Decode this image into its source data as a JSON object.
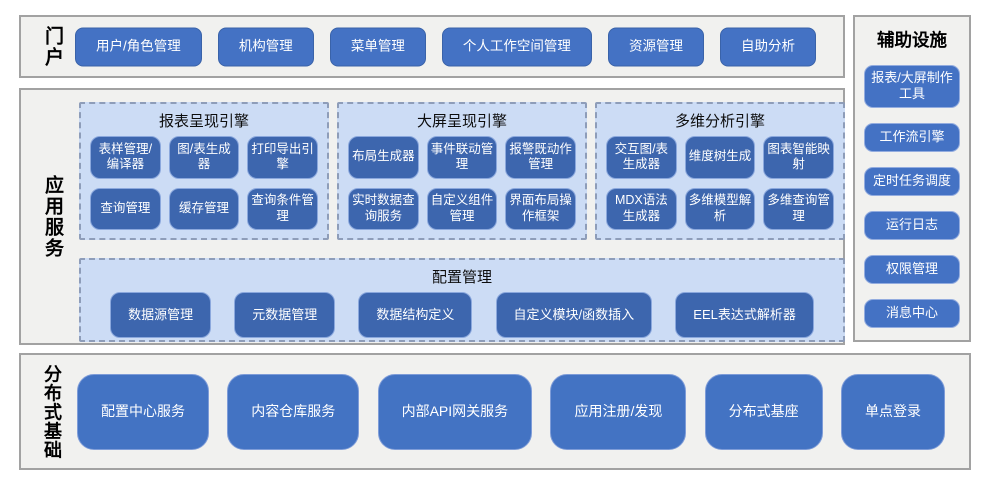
{
  "colors": {
    "button_blue": "#4472C4",
    "engine_button_blue": "#3D66AE",
    "container_light_blue": "#CCDCF5",
    "panel_gray": "#F1F1EF",
    "panel_border_gray": "#A2A2A2",
    "dashed_border": "#8E9DB9",
    "button_text": "#FFFFFF",
    "title_text": "#000000"
  },
  "portal": {
    "label": "门户",
    "items": [
      "用户/角色管理",
      "机构管理",
      "菜单管理",
      "个人工作空间管理",
      "资源管理",
      "自助分析"
    ]
  },
  "app_services": {
    "label": "应用服务",
    "engines": [
      {
        "title": "报表呈现引擎",
        "buttons": [
          "表样管理/编译器",
          "图/表生成器",
          "打印导出引擎",
          "查询管理",
          "缓存管理",
          "查询条件管理"
        ]
      },
      {
        "title": "大屏呈现引擎",
        "buttons": [
          "布局生成器",
          "事件联动管理",
          "报警既动作管理",
          "实时数据查询服务",
          "自定义组件管理",
          "界面布局操作框架"
        ]
      },
      {
        "title": "多维分析引擎",
        "buttons": [
          "交互图/表生成器",
          "维度树生成",
          "图表智能映射",
          "MDX语法生成器",
          "多维模型解析",
          "多维查询管理"
        ]
      }
    ],
    "config": {
      "title": "配置管理",
      "items": [
        "数据源管理",
        "元数据管理",
        "数据结构定义",
        "自定义模块/函数插入",
        "EEL表达式解析器"
      ]
    }
  },
  "auxiliary": {
    "label": "辅助设施",
    "items": [
      "报表/大屏制作工具",
      "工作流引擎",
      "定时任务调度",
      "运行日志",
      "权限管理",
      "消息中心"
    ]
  },
  "foundation": {
    "label": "分布式基础",
    "items": [
      "配置中心服务",
      "内容仓库服务",
      "内部API网关服务",
      "应用注册/发现",
      "分布式基座",
      "单点登录"
    ]
  }
}
